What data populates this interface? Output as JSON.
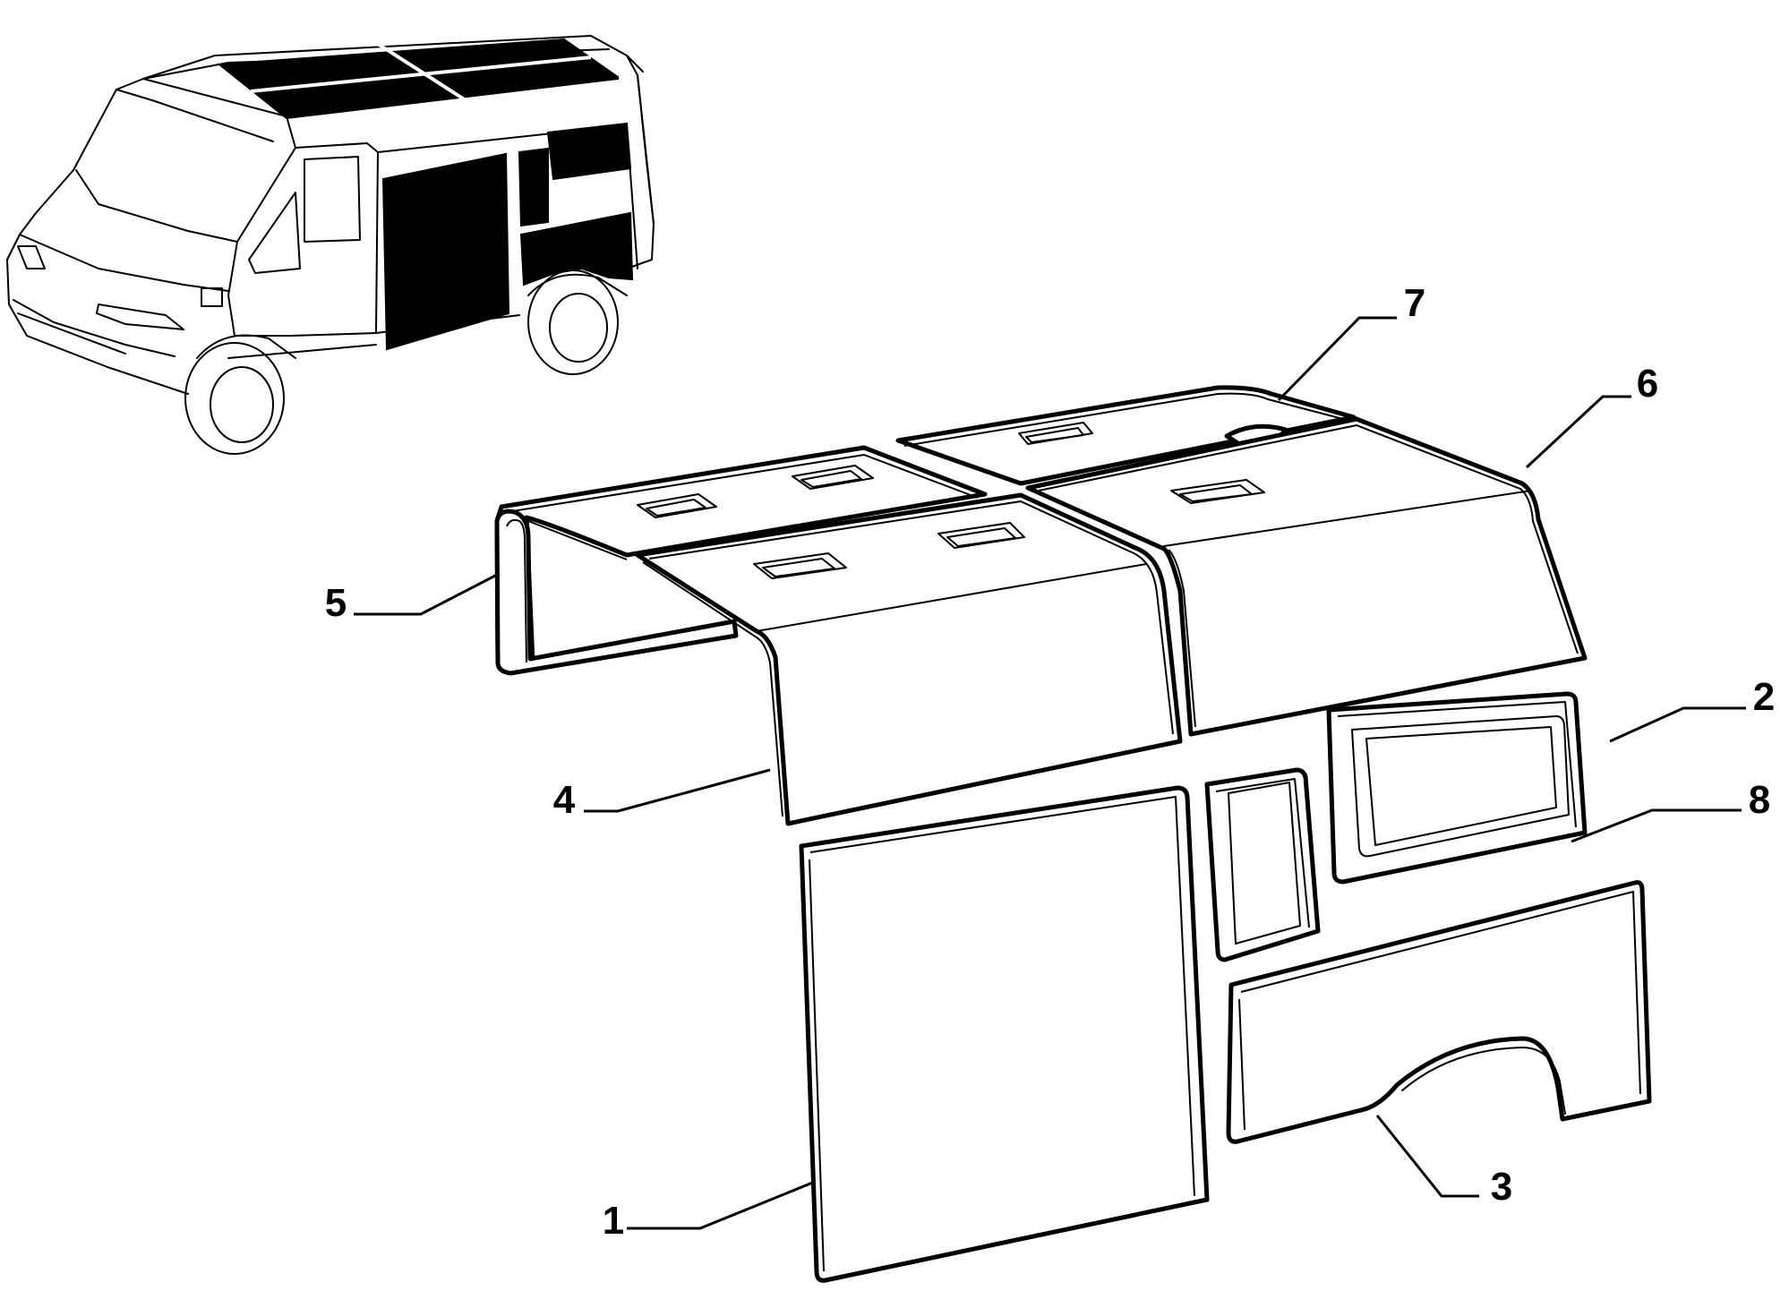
{
  "parts": [
    {
      "id": "1",
      "label": "1",
      "part": "side-lower-front-panel"
    },
    {
      "id": "2",
      "label": "2",
      "part": "side-upper-rear-window-panel"
    },
    {
      "id": "3",
      "label": "3",
      "part": "side-lower-rear-wheelarch-panel"
    },
    {
      "id": "4",
      "label": "4",
      "part": "roof-front-right-panel"
    },
    {
      "id": "5",
      "label": "5",
      "part": "roof-front-left-panel"
    },
    {
      "id": "6",
      "label": "6",
      "part": "roof-rear-right-panel"
    },
    {
      "id": "7",
      "label": "7",
      "part": "roof-rear-left-panel"
    },
    {
      "id": "8",
      "label": "8",
      "part": "side-pillar-strip"
    }
  ],
  "colors": {
    "ink": "#000000",
    "paper": "#ffffff"
  }
}
